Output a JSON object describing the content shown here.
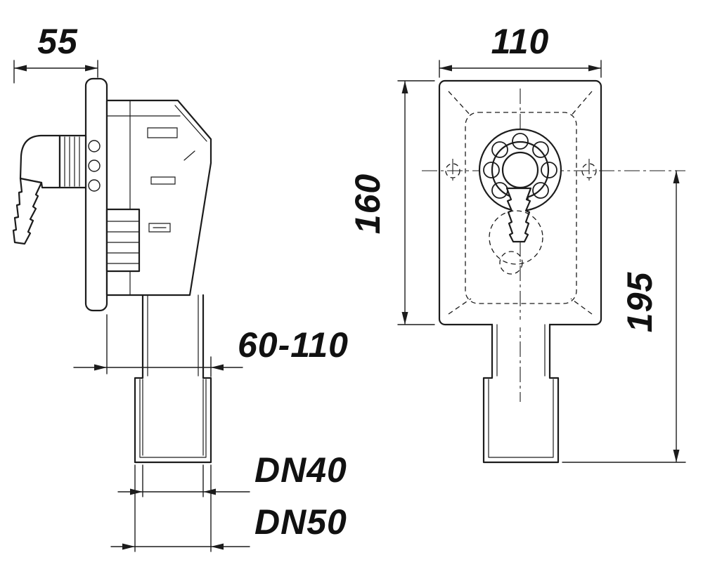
{
  "side_view": {
    "dim_depth": "55",
    "dim_outlet_depth": "60-110",
    "dim_pipe": "DN40",
    "dim_sleeve": "DN50"
  },
  "front_view": {
    "dim_width": "110",
    "dim_height": "160",
    "dim_total": "195"
  },
  "colors": {
    "ink": "#1c1c1c",
    "background": "#ffffff"
  }
}
